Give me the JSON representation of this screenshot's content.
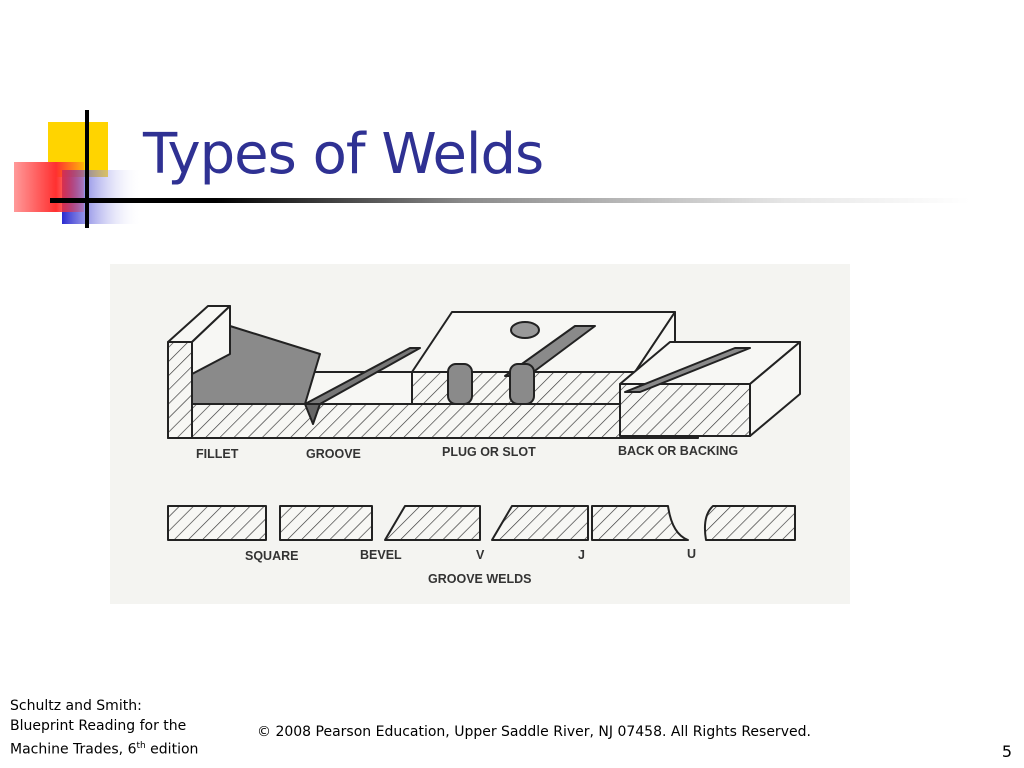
{
  "slide": {
    "title": "Types of Welds",
    "page_number": "5"
  },
  "figure": {
    "top_labels": [
      "FILLET",
      "GROOVE",
      "PLUG OR SLOT",
      "BACK OR BACKING"
    ],
    "groove_labels": [
      "SQUARE",
      "BEVEL",
      "V",
      "J",
      "U"
    ],
    "groove_caption": "GROOVE WELDS"
  },
  "footer": {
    "source_line1": "Schultz and Smith:",
    "source_line2": "Blueprint Reading for the",
    "source_line3_prefix": "Machine Trades, 6",
    "source_line3_sup": "th",
    "source_line3_suffix": " edition",
    "copyright": "© 2008 Pearson Education, Upper Saddle River, NJ 07458. All Rights Reserved."
  },
  "colors": {
    "title": "#2f3193",
    "deco_yellow": "#ffd700",
    "deco_blue": "#3333cc",
    "deco_red": "#ff4444"
  }
}
